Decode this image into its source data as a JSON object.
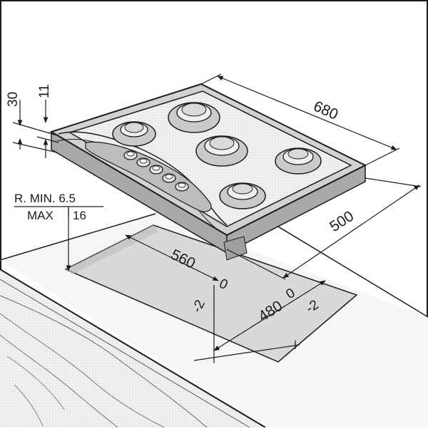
{
  "dimensions": {
    "hob_width": "680",
    "hob_depth": "500",
    "cutout_width": "560",
    "cutout_width_tol_upper": "0",
    "cutout_width_tol_lower": "-2",
    "cutout_depth": "480",
    "cutout_depth_tol_upper": "0",
    "cutout_depth_tol_lower": "-2",
    "height_total": "30",
    "height_glass": "11"
  },
  "clearance": {
    "min_label": "R. MIN. 6.5",
    "max_label": "MAX",
    "max_value": "16"
  },
  "colors": {
    "line": "#1c1c1c",
    "steel_fill": "#cfcfcf",
    "steel_dark": "#9a9a9a",
    "cutout_fill": "#d8d8d8",
    "wood_fill": "#e8e8e8"
  },
  "burner_count": 5,
  "control_knob_count": 5
}
